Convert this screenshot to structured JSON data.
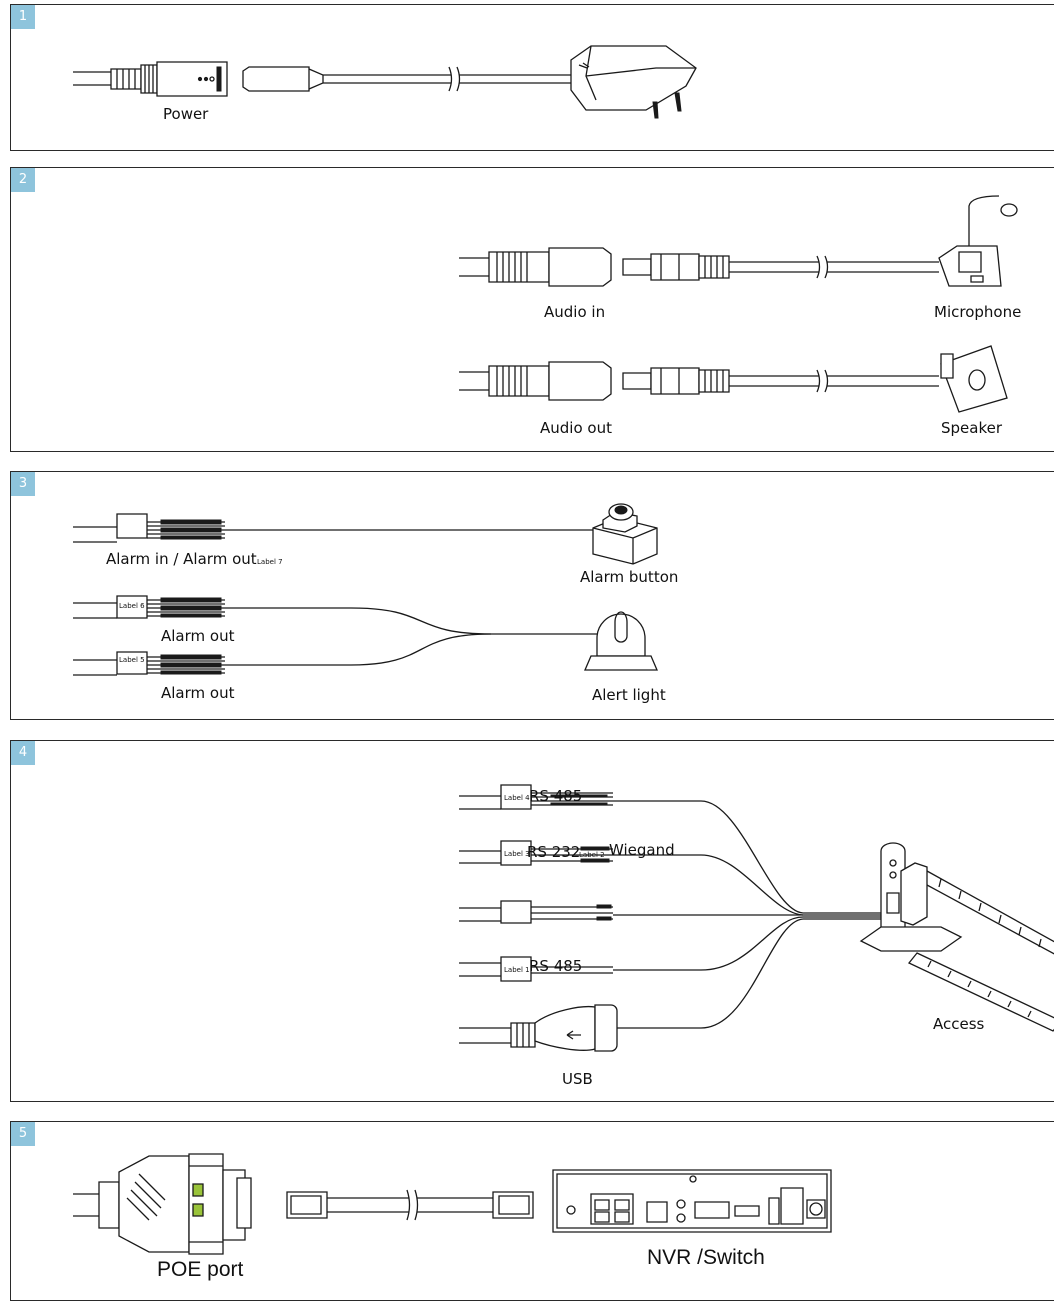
{
  "accent_color": "#8ec4dc",
  "panels": [
    {
      "number": "1",
      "labels": {
        "power": "Power"
      }
    },
    {
      "number": "2",
      "labels": {
        "audio_in": "Audio in",
        "microphone": "Microphone",
        "audio_out": "Audio out",
        "speaker": "Speaker"
      }
    },
    {
      "number": "3",
      "labels": {
        "alarm_in_out": "Alarm in / Alarm out",
        "label7": "Label 7",
        "alarm_button": "Alarm button",
        "label6": "Label 6",
        "alarm_out_1": "Alarm out",
        "label5": "Label 5",
        "alarm_out_2": "Alarm out",
        "alert_light": "Alert light"
      }
    },
    {
      "number": "4",
      "labels": {
        "label4": "Label 4",
        "rs485_a": "RS 485",
        "label3": "Label 3",
        "rs232": "RS 232",
        "label_extra": "Label 2",
        "wiegand": "Wiegand",
        "label1": "Label 1",
        "rs485_b": "RS 485",
        "usb": "USB",
        "access": "Access"
      }
    },
    {
      "number": "5",
      "labels": {
        "poe_port": "POE port",
        "nvr_switch": "NVR /Switch"
      }
    }
  ]
}
